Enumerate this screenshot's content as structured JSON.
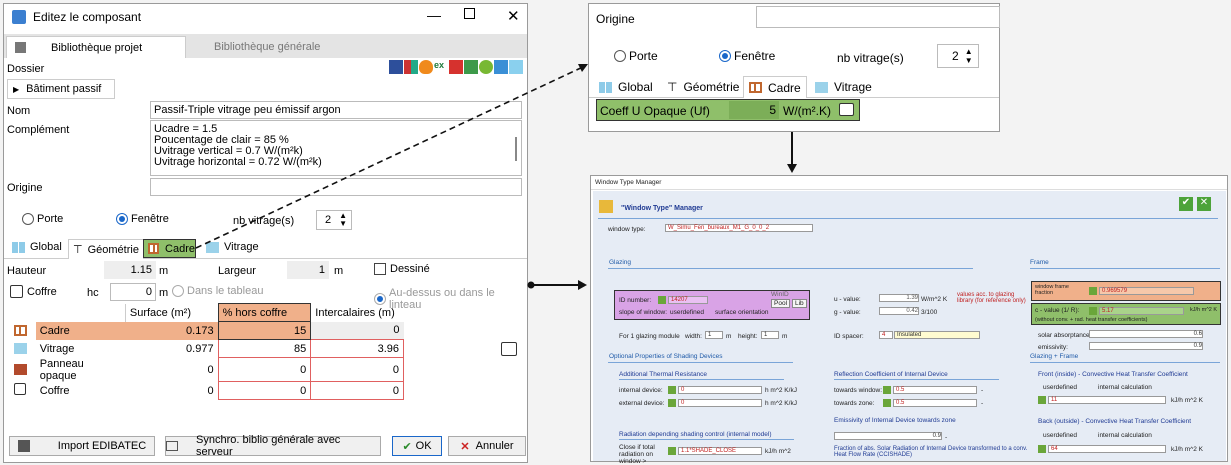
{
  "dialog": {
    "title": "Editez le composant",
    "tabs": [
      "Bibliothèque projet",
      "Bibliothèque générale"
    ],
    "dossier_label": "Dossier",
    "folder": "Bâtiment passif",
    "nom_label": "Nom",
    "nom_value": "Passif-Triple vitrage peu émissif argon",
    "complement_label": "Complément",
    "complement_lines": [
      "Ucadre = 1.5",
      "Poucentage de clair = 85 %",
      "Uvitrage vertical = 0.7 W/(m²k)",
      "Uvitrage horizontal = 0.72 W/(m²k)"
    ],
    "origine_label": "Origine",
    "radio_porte": "Porte",
    "radio_fenetre": "Fenêtre",
    "nb_vitrage_label": "nb vitrage(s)",
    "nb_vitrage_value": "2",
    "subtabs": [
      "Global",
      "Géométrie",
      "Cadre",
      "Vitrage"
    ],
    "hauteur_label": "Hauteur",
    "hauteur_value": "1.15",
    "hauteur_unit": "m",
    "largeur_label": "Largeur",
    "largeur_value": "1",
    "largeur_unit": "m",
    "dessine_label": "Dessiné",
    "coffre_label": "Coffre",
    "hc_label": "hc",
    "hc_value": "0",
    "hc_unit": "m",
    "dans_tableau": "Dans le tableau",
    "au_dessus": "Au-dessus ou dans le linteau",
    "table_headers": [
      "Surface (m²)",
      "% hors coffre",
      "Intercalaires (m)"
    ],
    "table_rows": [
      {
        "label": "Cadre",
        "surface": "0.173",
        "pct": "15",
        "inter": "0"
      },
      {
        "label": "Vitrage",
        "surface": "0.977",
        "pct": "85",
        "inter": "3.96"
      },
      {
        "label": "Panneau opaque",
        "surface": "0",
        "pct": "0",
        "inter": "0"
      },
      {
        "label": "Coffre",
        "surface": "0",
        "pct": "0",
        "inter": "0"
      }
    ],
    "btn_import": "Import EDIBATEC",
    "btn_synchro": "Synchro. biblio générale avec serveur",
    "btn_ok": "OK",
    "btn_annuler": "Annuler"
  },
  "zoom": {
    "origine_label": "Origine",
    "radio_porte": "Porte",
    "radio_fenetre": "Fenêtre",
    "nb_vitrage_label": "nb vitrage(s)",
    "nb_vitrage_value": "2",
    "tabs": [
      "Global",
      "Géométrie",
      "Cadre",
      "Vitrage"
    ],
    "coeff_label": "Coeff U Opaque (Uf)",
    "coeff_value": "5",
    "coeff_unit": "W/(m².K)"
  },
  "wtm": {
    "window_title": "Window Type Manager",
    "header": "\"Window Type\" Manager",
    "window_type_label": "window type:",
    "window_type_value": "W_Simu_Fen_bureaux_M1_G_0_0_2",
    "glazing": "Glazing",
    "frame": "Frame",
    "id_number_label": "ID number:",
    "id_number_value": "14207",
    "slope_label": "slope of window:",
    "userdefined": "userdefined",
    "surface_orientation": "surface orientation",
    "win_id": "WinID",
    "pool": "Pool",
    "lib": "Lib",
    "u_value_label": "u - value:",
    "u_value": "1.39",
    "u_unit": "W/m^2 K",
    "g_value_label": "g - value:",
    "g_value": "0.42",
    "g_unit": "3/100",
    "values_note": "values acc. to glazing library (for reference only)",
    "module_label": "For 1 glazing module",
    "width_label": "width:",
    "width_value": "1",
    "height_label": "height:",
    "height_value": "1",
    "m": "m",
    "id_spacer_label": "ID spacer:",
    "id_spacer_value": "4",
    "id_spacer_name": "Insulated",
    "window_frame_label": "window frame fraction",
    "window_frame_value": "0.969579",
    "c_value_label": "c - value (1/ R):",
    "c_value": "5.17",
    "c_unit": "kJ/h m^2 K",
    "without_conv": "(without conv. + rad. heat transfer coefficients)",
    "solar_abs_label": "solar absorptance:",
    "solar_abs_value": "0.6",
    "emissivity_label": "emissivity:",
    "emissivity_value": "0.9",
    "optional_props": "Optional Properties of Shading Devices",
    "add_thermal": "Additional Thermal Resistance",
    "internal_device": "internal device:",
    "internal_value": "0",
    "external_device": "external device:",
    "external_value": "0",
    "h_unit": "h m^2 K/kJ",
    "reflection": "Reflection Coefficient of Internal Device",
    "towards_window": "towards window:",
    "towards_window_value": "0.5",
    "towards_zone": "towards zone:",
    "towards_zone_value": "0.5",
    "emissivity_internal": "Emissivity of Internal Device towards zone",
    "emissivity_internal_value": "0.9",
    "radiation_ctrl": "Radiation depending shading control (internal model)",
    "close_if": "Close if total radiation on window >",
    "close_value": "1.1*SHADE_CLOSE",
    "close_unit": "kJ/h m^2",
    "fraction_abs": "Fraction of abs. Solar Radiation of Internal Device transformed to a conv. Heat Flow Rate (CCISHADE)",
    "glazing_frame": "Glazing + Frame",
    "front_inside": "Front (inside) - Convective Heat Transfer Coefficient",
    "internal_calc": "internal calculation",
    "front_value": "11",
    "back_outside": "Back (outside) - Convective Heat Transfer Coefficient",
    "back_value": "64",
    "kj_unit": "kJ/h m^2 K"
  },
  "colors": {
    "highlight_orange": "#f0b08a",
    "highlight_green": "#8fbf6a",
    "highlight_purple": "#d9a3e6",
    "accent_blue": "#1a67c9"
  }
}
